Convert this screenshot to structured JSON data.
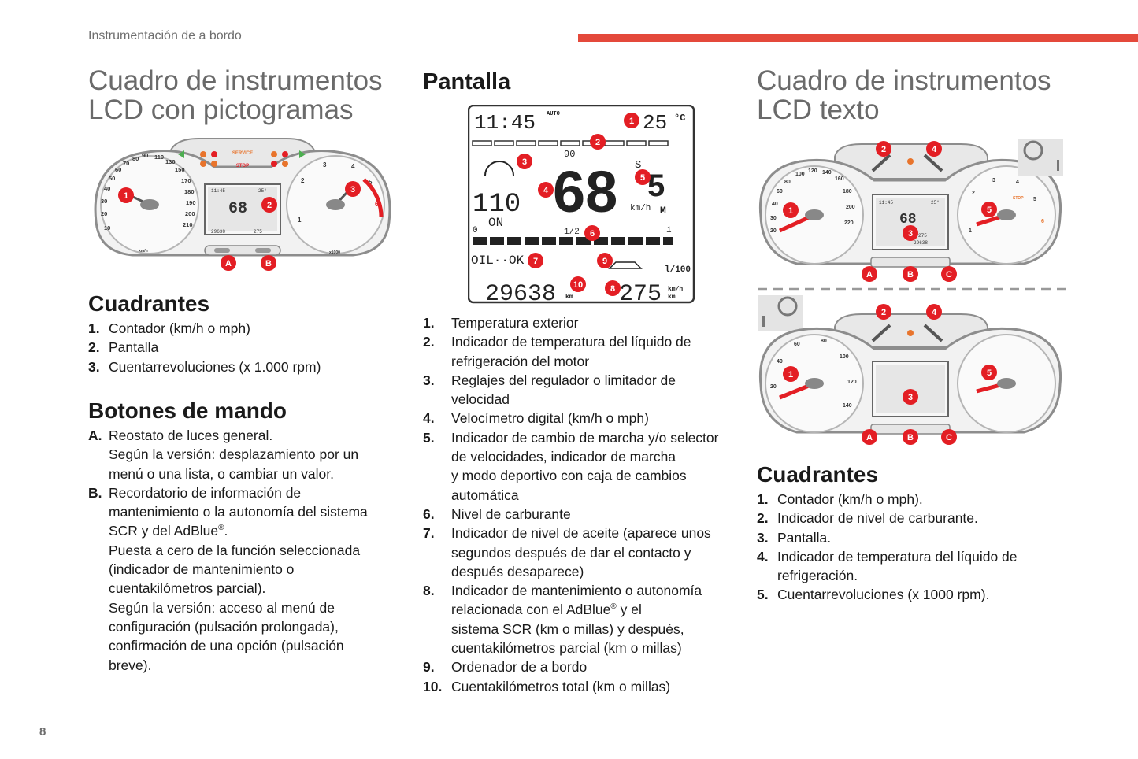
{
  "running_header": "Instrumentación de a bordo",
  "page_number": "8",
  "colors": {
    "accent": "#e4493b",
    "callout": "#e31e24",
    "lcd_bg": "#e6e6e6"
  },
  "left": {
    "title_line1": "Cuadro de instrumentos",
    "title_line2": "LCD con pictogramas",
    "figure": {
      "speed_ticks": [
        "10",
        "20",
        "30",
        "40",
        "50",
        "60",
        "70",
        "80",
        "90",
        "110",
        "130",
        "150",
        "170",
        "180",
        "190",
        "200",
        "210"
      ],
      "speed_unit": "km/h",
      "rpm_ticks": [
        "1",
        "2",
        "3",
        "4",
        "5",
        "6"
      ],
      "rpm_unit": "x1000",
      "service_label": "SERVICE",
      "stop_label": "STOP",
      "lcd_time": "11:45",
      "lcd_temp": "25°",
      "lcd_speed": "68",
      "lcd_total": "29638",
      "lcd_range": "275",
      "callouts": [
        "1",
        "2",
        "3"
      ],
      "buttons": [
        "A",
        "B"
      ]
    },
    "cuadrantes": {
      "heading": "Cuadrantes",
      "items": [
        {
          "num": "1.",
          "text": "Contador (km/h o mph)"
        },
        {
          "num": "2.",
          "text": "Pantalla"
        },
        {
          "num": "3.",
          "text": "Cuentarrevoluciones (x 1.000 rpm)"
        }
      ]
    },
    "botones": {
      "heading": "Botones de mando",
      "a_num": "A.",
      "a_lines": [
        "Reostato de luces general.",
        "Según la versión: desplazamiento por un",
        "menú o una lista, o cambiar un valor."
      ],
      "b_num": "B.",
      "b_lines_before": [
        "Recordatorio de información de",
        "mantenimiento o la autonomía del sistema",
        "SCR y del AdBlue"
      ],
      "b_sup": "®",
      "b_tail": ".",
      "b_lines_after": [
        "Puesta a cero de la función seleccionada",
        "(indicador de mantenimiento o",
        "cuentakilómetros parcial).",
        "Según la versión: acceso al menú de",
        "configuración (pulsación prolongada),",
        "confirmación de una opción (pulsación",
        "breve)."
      ]
    }
  },
  "middle": {
    "title": "Pantalla",
    "figure": {
      "time": "11:45",
      "auto_label": "AUTO",
      "temp": "25",
      "temp_unit": "°C",
      "coolant_mark": "90",
      "speed": "68",
      "speed_unit": "km/h",
      "gear": "5",
      "gear_mode_s": "S",
      "gear_mode_m": "M",
      "cruise_speed": "110",
      "cruise_state": "ON",
      "fuel_zero": "0",
      "fuel_half": "1/2",
      "fuel_full": "1",
      "oil_status": "OIL··OK",
      "consumption_unit": "l/100",
      "odometer": "29638",
      "odometer_unit": "km",
      "range": "275",
      "range_unit_top": "km/h",
      "range_unit_bottom": "km",
      "callouts": [
        "1",
        "2",
        "3",
        "4",
        "5",
        "6",
        "7",
        "8",
        "9",
        "10"
      ]
    },
    "items": [
      {
        "num": "1.",
        "lines": [
          "Temperatura exterior"
        ]
      },
      {
        "num": "2.",
        "lines": [
          "Indicador de temperatura del líquido de",
          "refrigeración del motor"
        ]
      },
      {
        "num": "3.",
        "lines": [
          "Reglajes del regulador o limitador de",
          "velocidad"
        ]
      },
      {
        "num": "4.",
        "lines": [
          "Velocímetro digital (km/h o mph)"
        ]
      },
      {
        "num": "5.",
        "lines": [
          "Indicador de cambio de marcha y/o selector",
          "de velocidades, indicador de marcha",
          "y modo deportivo con caja de cambios",
          "automática"
        ]
      },
      {
        "num": "6.",
        "lines": [
          "Nivel de carburante"
        ]
      },
      {
        "num": "7.",
        "lines": [
          "Indicador de nivel de aceite (aparece unos",
          "segundos después de dar el contacto y",
          "después desaparece)"
        ]
      },
      {
        "num": "8.",
        "lines_before": [
          "Indicador de mantenimiento o autonomía",
          "relacionada con el AdBlue"
        ],
        "sup": "®",
        "tail": " y el",
        "lines_after": [
          "sistema SCR (km o millas) y después,",
          "cuentakilómetros parcial (km o millas)"
        ]
      },
      {
        "num": "9.",
        "lines": [
          "Ordenador de a bordo"
        ]
      },
      {
        "num": "10.",
        "lines": [
          "Cuentakilómetros total (km o millas)"
        ]
      }
    ]
  },
  "right": {
    "title_line1": "Cuadro de instrumentos",
    "title_line2": "LCD texto",
    "figure": {
      "speed_ticks_top": [
        "20",
        "30",
        "40",
        "60",
        "80",
        "100",
        "120",
        "140",
        "160",
        "180",
        "200",
        "220"
      ],
      "speed_ticks_bottom": [
        "20",
        "40",
        "60",
        "80",
        "100",
        "120",
        "140"
      ],
      "rpm_ticks": [
        "1",
        "2",
        "3",
        "4",
        "5",
        "6"
      ],
      "stop_label": "STOP",
      "lcd_time": "11:45",
      "lcd_temp": "25°",
      "lcd_speed": "68",
      "lcd_total": "29638",
      "lcd_range": "275",
      "callouts": [
        "1",
        "2",
        "3",
        "4",
        "5"
      ],
      "buttons": [
        "A",
        "B",
        "C"
      ]
    },
    "cuadrantes": {
      "heading": "Cuadrantes",
      "items": [
        {
          "num": "1.",
          "lines": [
            "Contador (km/h o mph)."
          ]
        },
        {
          "num": "2.",
          "lines": [
            "Indicador de nivel de carburante."
          ]
        },
        {
          "num": "3.",
          "lines": [
            "Pantalla."
          ]
        },
        {
          "num": "4.",
          "lines": [
            "Indicador de temperatura del líquido de",
            "refrigeración."
          ]
        },
        {
          "num": "5.",
          "lines": [
            "Cuentarrevoluciones (x 1000 rpm)."
          ]
        }
      ]
    }
  }
}
